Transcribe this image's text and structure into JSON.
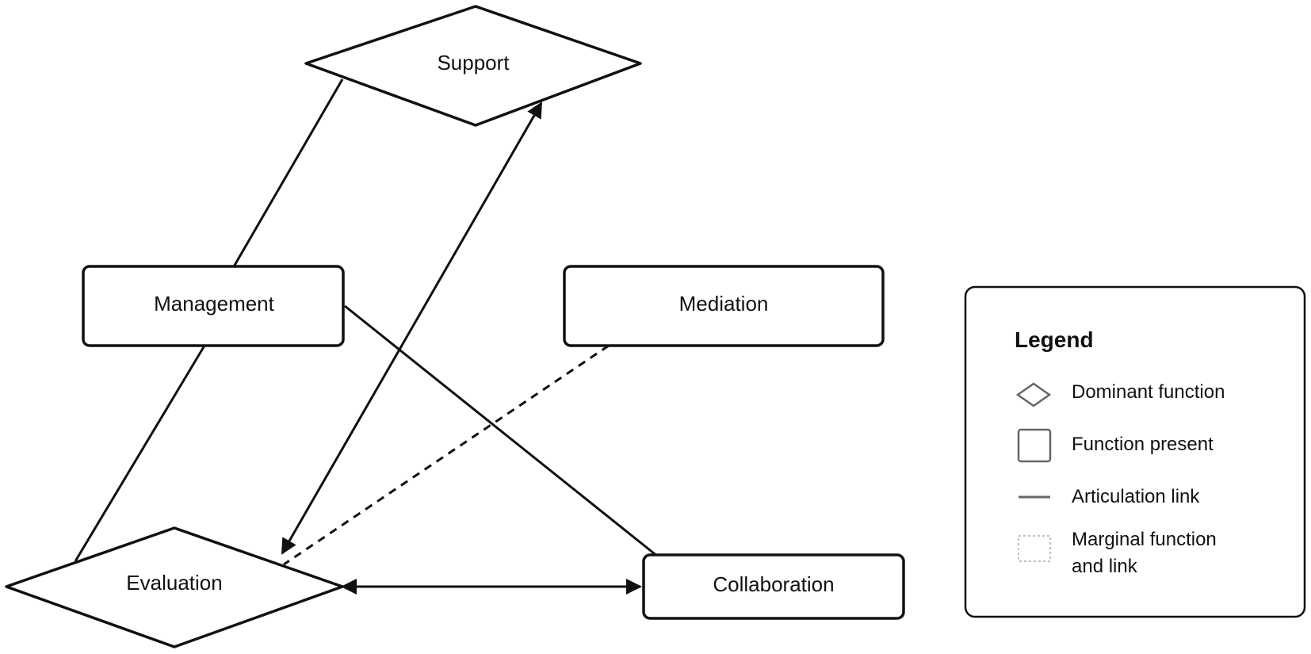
{
  "nodes": {
    "support": "Support",
    "management": "Management",
    "mediation": "Mediation",
    "evaluation": "Evaluation",
    "collaboration": "Collaboration"
  },
  "legend": {
    "title": "Legend",
    "dominant": "Dominant function",
    "present": "Function present",
    "articulation": "Articulation link",
    "marginal_line1": "Marginal function",
    "marginal_line2": "and link"
  }
}
